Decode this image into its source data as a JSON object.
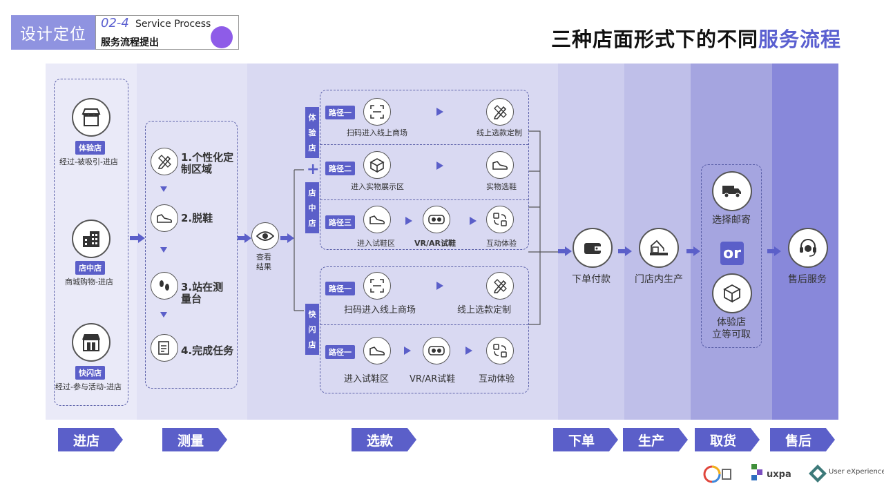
{
  "header": {
    "tag": "设计定位",
    "code": "02-4",
    "subtitle_en": "Service Process",
    "subtitle_cn": "服务流程提出"
  },
  "title": {
    "prefix": "三种店面形式下的不同",
    "highlight": "服务流程"
  },
  "colors": {
    "accent": "#5b5fc9",
    "band_light": "#e6e6f6",
    "band_dark": "#8888da"
  },
  "entry": {
    "stores": [
      {
        "icon": "storefront-icon",
        "badge": "体验店",
        "caption": "经过-被吸引-进店"
      },
      {
        "icon": "building-icon",
        "badge": "店中店",
        "caption": "商城购物-进店"
      },
      {
        "icon": "shop-icon",
        "badge": "快闪店",
        "caption": "经过-参与活动-进店"
      }
    ]
  },
  "measure": {
    "steps": [
      {
        "icon": "pencil-ruler-icon",
        "label": "1.个性化定制区域"
      },
      {
        "icon": "shoe-icon",
        "label": "2.脱鞋"
      },
      {
        "icon": "footprints-icon",
        "label": "3.站在测量台"
      },
      {
        "icon": "checklist-icon",
        "label": "4.完成任务"
      }
    ]
  },
  "view_result": {
    "icon": "eye-icon",
    "label": "查看结果"
  },
  "choose": {
    "group_top_tags": [
      "体验店",
      "店中店"
    ],
    "plus": "+",
    "group_bottom_tag": "快闪店",
    "top_paths": [
      {
        "badge": "路径一",
        "steps": [
          {
            "icon": "scan-icon",
            "label": "扫码进入线上商场"
          },
          {
            "icon": "pencil-ruler-icon",
            "label": "线上选款定制"
          }
        ]
      },
      {
        "badge": "路径二",
        "steps": [
          {
            "icon": "box-icon",
            "label": "进入实物展示区"
          },
          {
            "icon": "shoe-icon",
            "label": "实物选鞋"
          }
        ]
      },
      {
        "badge": "路径三",
        "steps": [
          {
            "icon": "shoe-icon",
            "label": "进入试鞋区"
          },
          {
            "icon": "vr-headset-icon",
            "label": "VR/AR试鞋"
          },
          {
            "icon": "interaction-icon",
            "label": "互动体验"
          }
        ]
      }
    ],
    "bottom_paths": [
      {
        "badge": "路径一",
        "steps": [
          {
            "icon": "scan-icon",
            "label": "扫码进入线上商场"
          },
          {
            "icon": "pencil-ruler-icon",
            "label": "线上选款定制"
          }
        ]
      },
      {
        "badge": "路径一",
        "steps": [
          {
            "icon": "shoe-icon",
            "label": "进入试鞋区"
          },
          {
            "icon": "vr-headset-icon",
            "label": "VR/AR试鞋"
          },
          {
            "icon": "interaction-icon",
            "label": "互动体验"
          }
        ]
      }
    ]
  },
  "order": {
    "icon": "wallet-icon",
    "label": "下单付款"
  },
  "produce": {
    "icon": "crane-icon",
    "label": "门店内生产"
  },
  "pickup": {
    "mail": {
      "icon": "truck-icon",
      "label": "选择邮寄"
    },
    "or": "or",
    "store": {
      "icon": "package-icon",
      "label_1": "体验店",
      "label_2": "立等可取"
    }
  },
  "aftersale": {
    "icon": "headset-icon",
    "label": "售后服务"
  },
  "stages": [
    "进店",
    "测量",
    "选款",
    "下单",
    "生产",
    "取货",
    "售后"
  ],
  "logos": [
    "uxpa",
    "User eXperience"
  ]
}
